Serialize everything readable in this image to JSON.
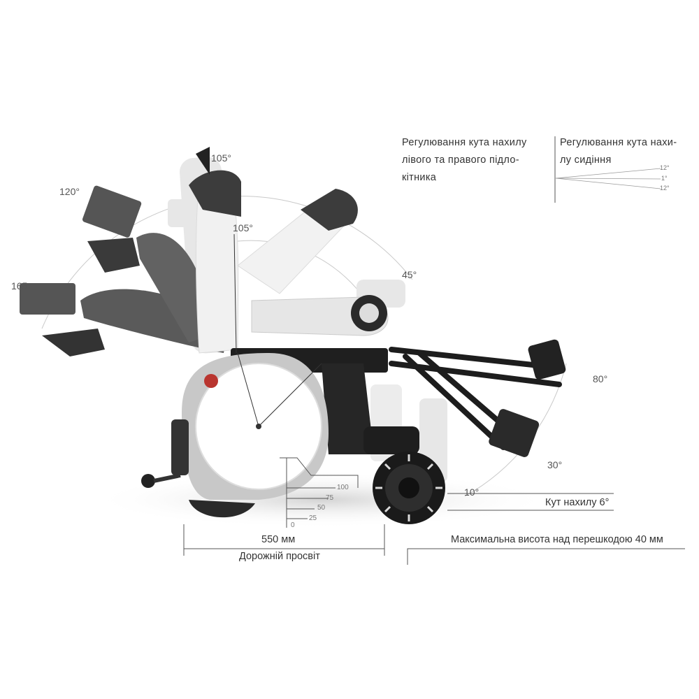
{
  "angles": {
    "back_105_top": "105°",
    "back_120": "120°",
    "back_165": "165",
    "back_105_inner": "105°",
    "arm_45": "45°",
    "leg_80": "80°",
    "leg_30": "30°",
    "leg_10": "10°"
  },
  "legrest_text": {
    "line1": "Регулювання кута нахилу",
    "line2": "лівого та правого підло-",
    "line3": "кітника"
  },
  "seat_text": {
    "line1": "Регулювання кута нахи-",
    "line2": "лу сидіння"
  },
  "seat_tilt_ticks": [
    "12°",
    "1°",
    "12°"
  ],
  "clearance_scale": [
    "100",
    "75",
    "50",
    "25",
    "0"
  ],
  "specs": {
    "tilt": "Кут нахилу 6°",
    "width": "550 мм",
    "clearance": "Дорожній просвіт",
    "obstacle": "Максимальна висота над перешкодою 40 мм"
  }
}
